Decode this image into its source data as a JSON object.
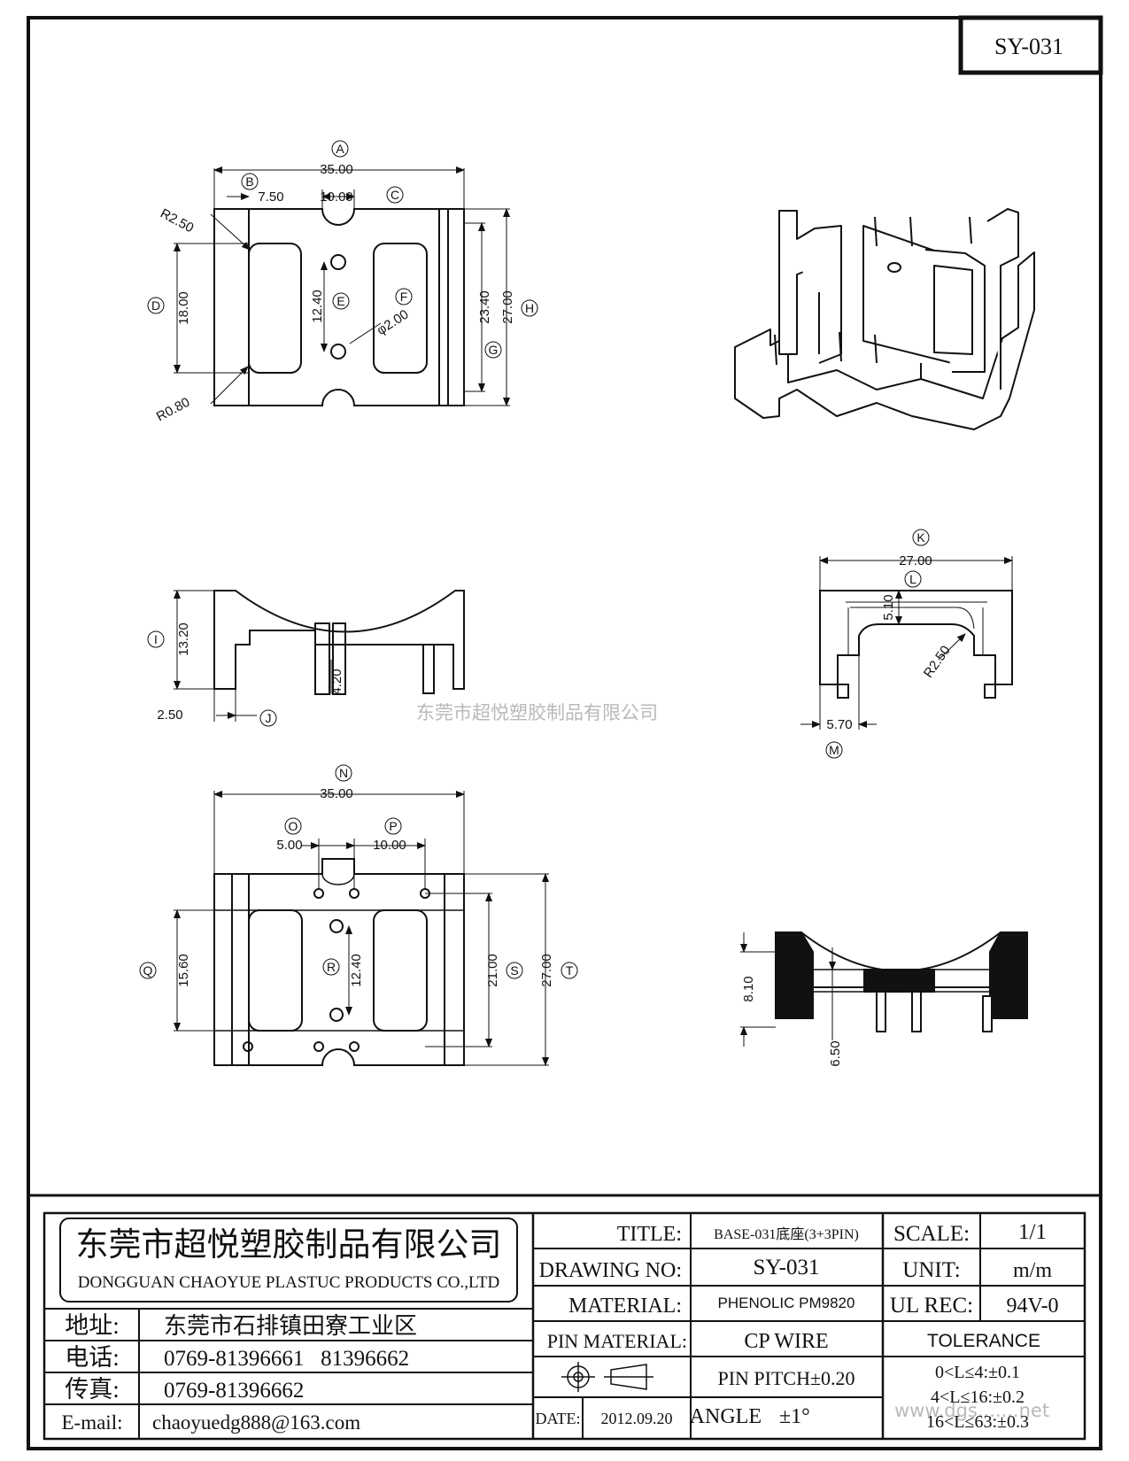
{
  "drawing_code": "SY-031",
  "watermark": "东莞市超悦塑胶制品有限公司",
  "watermark_url": "www.dgs.......net",
  "views": {
    "top_view": {
      "callouts": [
        "A",
        "B",
        "C",
        "D",
        "E",
        "F",
        "G",
        "H"
      ],
      "dims": {
        "overall_width": "35.00",
        "offset_b": "7.50",
        "slot_c": "10.00",
        "radius_outer": "R2.50",
        "radius_inner": "R0.80",
        "height_d": "18.00",
        "pin_spacing_e": "12.40",
        "hole_dia_f": "φ2.00",
        "height_g": "23.40",
        "overall_height_h": "27.00"
      }
    },
    "front_view": {
      "callouts": [
        "I",
        "J"
      ],
      "dims": {
        "height_i": "13.20",
        "pin_length": "4.20",
        "offset_j": "2.50"
      }
    },
    "side_view": {
      "callouts": [
        "K",
        "L",
        "M"
      ],
      "dims": {
        "width_k": "27.00",
        "depth_l": "5.10",
        "radius": "R2.50",
        "width_m": "5.70"
      }
    },
    "bottom_view": {
      "callouts": [
        "N",
        "O",
        "P",
        "Q",
        "R",
        "S",
        "T"
      ],
      "dims": {
        "overall_width_n": "35.00",
        "slot_o": "5.00",
        "pitch_p": "10.00",
        "height_q": "15.60",
        "pin_spacing_r": "12.40",
        "height_s": "21.00",
        "overall_height_t": "27.00"
      }
    },
    "section_view": {
      "dims": {
        "height_a": "8.10",
        "height_b": "6.50"
      }
    }
  },
  "title_block": {
    "company_cn": "东莞市超悦塑胶制品有限公司",
    "company_en": "DONGGUAN CHAOYUE PLASTUC PRODUCTS CO.,LTD",
    "contacts": [
      {
        "label": "地址:",
        "value": "东莞市石排镇田寮工业区"
      },
      {
        "label": "电话:",
        "value": "0769-81396661   81396662"
      },
      {
        "label": "传真:",
        "value": "0769-81396662"
      },
      {
        "label": "E-mail:",
        "value": "chaoyuedg888@163.com"
      }
    ],
    "title_label": "TITLE:",
    "title_value": "BASE-031底座(3+3PIN)",
    "drawing_no_label": "DRAWING NO:",
    "drawing_no_value": "SY-031",
    "material_label": "MATERIAL:",
    "material_value": "PHENOLIC PM9820",
    "pin_material_label": "PIN MATERIAL:",
    "pin_material_value": "CP WIRE",
    "pin_pitch": "PIN PITCH±0.20",
    "angle_label": "ANGLE",
    "angle_value": "±1°",
    "date_label": "DATE:",
    "date_value": "2012.09.20",
    "scale_label": "SCALE:",
    "scale_value": "1/1",
    "unit_label": "UNIT:",
    "unit_value": "m/m",
    "ul_label": "UL REC:",
    "ul_value": "94V-0",
    "tolerance_label": "TOLERANCE",
    "tolerance_rows": [
      "0<L≤4:±0.1",
      "4<L≤16:±0.2",
      "16<L≤63:±0.3"
    ]
  }
}
